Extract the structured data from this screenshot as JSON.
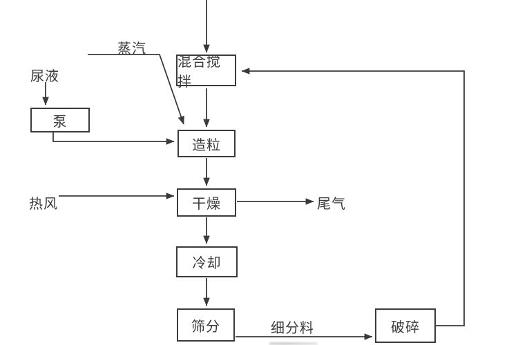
{
  "diagram": {
    "kind": "process-flowchart",
    "language": "zh-CN",
    "nodes": {
      "mixing": {
        "label": "混合搅拌"
      },
      "pump": {
        "label": "泵"
      },
      "granulation": {
        "label": "造粒"
      },
      "drying": {
        "label": "干燥"
      },
      "cooling": {
        "label": "冷却"
      },
      "screening": {
        "label": "筛分"
      },
      "crushing": {
        "label": "破碎"
      }
    },
    "stream_labels": {
      "steam": "蒸汽",
      "urea_solution": "尿液",
      "hot_air": "热风",
      "tail_gas": "尾气",
      "fines": "细分料"
    },
    "edges": [
      {
        "from": "offscreen-top",
        "to": "mixing",
        "label": ""
      },
      {
        "from": "steam",
        "to": "granulation",
        "label": "蒸汽"
      },
      {
        "from": "urea_solution",
        "to": "pump",
        "label": "尿液"
      },
      {
        "from": "pump",
        "to": "granulation",
        "label": ""
      },
      {
        "from": "mixing",
        "to": "granulation",
        "label": ""
      },
      {
        "from": "hot_air",
        "to": "drying",
        "label": "热风"
      },
      {
        "from": "granulation",
        "to": "drying",
        "label": ""
      },
      {
        "from": "drying",
        "to": "tail_gas",
        "label": "尾气"
      },
      {
        "from": "drying",
        "to": "cooling",
        "label": ""
      },
      {
        "from": "cooling",
        "to": "screening",
        "label": ""
      },
      {
        "from": "screening",
        "to": "crushing",
        "label": "细分料"
      },
      {
        "from": "crushing",
        "to": "mixing",
        "label": ""
      }
    ],
    "colors": {
      "background": "#ffffff",
      "line": "#3a3a3a",
      "box_border": "#3a3a3a",
      "box_fill": "#ffffff",
      "text": "#3b3b3b"
    }
  }
}
